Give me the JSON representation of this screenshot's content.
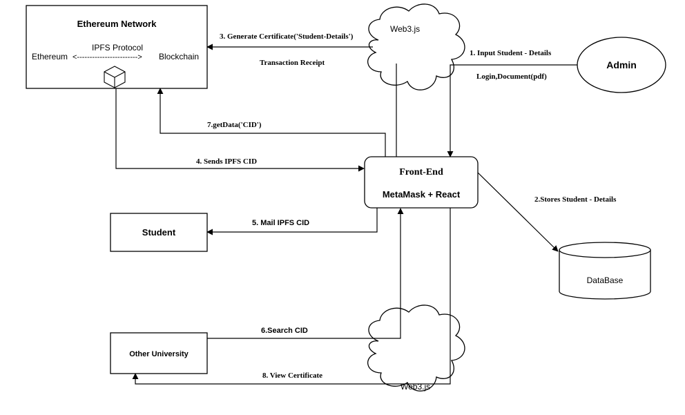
{
  "nodes": {
    "ethereum_network": {
      "title": "Ethereum Network",
      "protocol": "IPFS Protocol",
      "left_label": "Ethereum",
      "connector": "<------------------------>",
      "right_label": "Blockchain"
    },
    "admin": {
      "label": "Admin"
    },
    "front_end": {
      "title": "Front-End",
      "subtitle": "MetaMask + React"
    },
    "student": {
      "label": "Student"
    },
    "database": {
      "label": "DataBase"
    },
    "other_university": {
      "label": "Other University"
    },
    "web3_top": {
      "label": "Web3.js"
    },
    "web3_bottom": {
      "label": "Web3.js"
    }
  },
  "edges": {
    "e1": {
      "label": "1. Input Student - Details"
    },
    "e1b": {
      "label": "Login,Document(pdf)"
    },
    "e2": {
      "label": "2.Stores Student - Details"
    },
    "e3": {
      "label": "3. Generate Certificate('Student-Details')"
    },
    "e3b": {
      "label": "Transaction Receipt"
    },
    "e4": {
      "label": "4. Sends IPFS CID"
    },
    "e5": {
      "label": "5. Mail IPFS CID"
    },
    "e6": {
      "label": "6.Search CID"
    },
    "e7": {
      "label": "7.getData('CID')"
    },
    "e8": {
      "label": "8. View Certificate"
    }
  }
}
